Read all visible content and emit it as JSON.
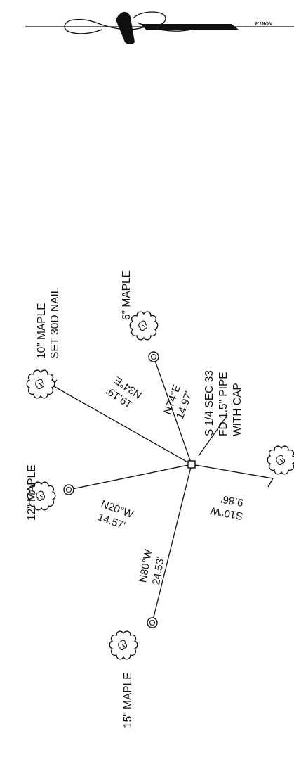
{
  "north_arrow": {
    "label": "NORTH"
  },
  "monument": {
    "line1": "S 1/4 SEC 33",
    "line2": "FD 1.5\" PIPE",
    "line3": "WITH CAP"
  },
  "ties": [
    {
      "id": "tie-10in",
      "bearing": "N34°E",
      "distance": "19.19'",
      "tree_line1": "10\" MAPLE",
      "tree_line2": "SET 30D NAIL"
    },
    {
      "id": "tie-6in",
      "bearing": "N74°E",
      "distance": "14.97'",
      "tree_line1": "6\" MAPLE"
    },
    {
      "id": "tie-12in",
      "bearing": "N20°W",
      "distance": "14.57'",
      "tree_line1": "12\" MAPLE"
    },
    {
      "id": "tie-15in",
      "bearing": "N80°W",
      "distance": "24.53'",
      "tree_line1": "15\" MAPLE"
    },
    {
      "id": "tie-south",
      "bearing": "S10°W",
      "distance": "9.86'"
    }
  ]
}
